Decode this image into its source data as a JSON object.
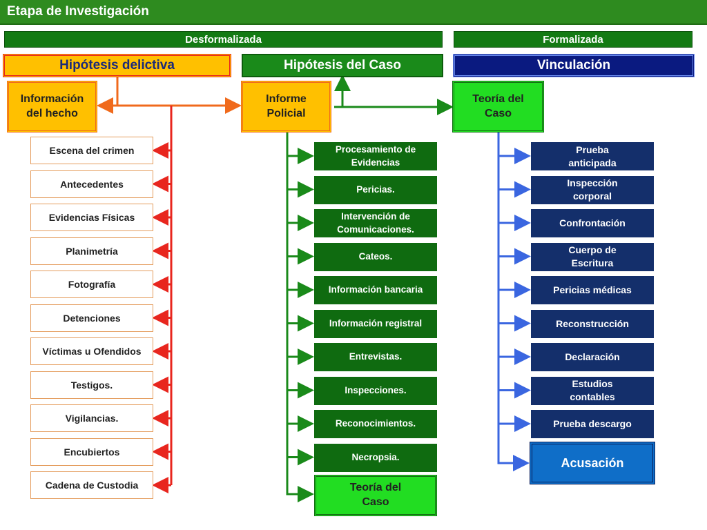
{
  "title": "Etapa de Investigación",
  "phases": {
    "left": "Desformalizada",
    "right": "Formalizada"
  },
  "headers": {
    "delictiva": "Hipótesis delictiva",
    "caso": "Hipótesis del Caso",
    "vinculacion": "Vinculación"
  },
  "main_nodes": {
    "informacion": "Información del hecho",
    "informe": "Informe Policial",
    "teoria": "Teoría del Caso"
  },
  "left_items": [
    "Escena del crimen",
    "Antecedentes",
    "Evidencias Físicas",
    "Planimetría",
    "Fotografía",
    "Detenciones",
    "Víctimas u Ofendidos",
    "Testigos.",
    "Vigilancias.",
    "Encubiertos",
    "Cadena de Custodia"
  ],
  "middle_items": [
    "Procesamiento de Evidencias",
    "Pericias.",
    "Intervención de Comunicaciones.",
    "Cateos.",
    "Información bancaria",
    "Información registral",
    "Entrevistas.",
    "Inspecciones.",
    "Reconocimientos.",
    "Necropsia."
  ],
  "middle_final": "Teoría del Caso",
  "right_items": [
    "Prueba anticipada",
    "Inspección corporal",
    "Confrontación",
    "Cuerpo de Escritura",
    "Pericias médicas",
    "Reconstrucción",
    "Declaración",
    "Estudios contables",
    "Prueba descargo"
  ],
  "right_final": "Acusación",
  "colors": {
    "red": "#e8261e",
    "orange": "#f06a1c",
    "green": "#1a8a1a",
    "blue": "#3a66e0",
    "yellow": "#ffc000",
    "navy": "#142f6b"
  }
}
